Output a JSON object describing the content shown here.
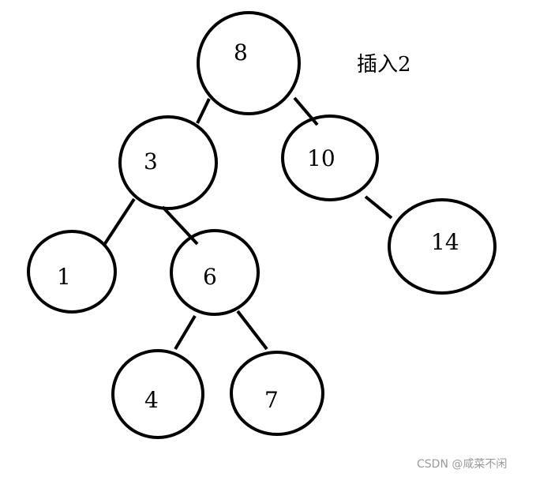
{
  "title": "插入2",
  "watermark": "CSDN @咸菜不闲",
  "nodes": [
    {
      "id": "8",
      "label": "8"
    },
    {
      "id": "3",
      "label": "3"
    },
    {
      "id": "10",
      "label": "10"
    },
    {
      "id": "1",
      "label": "1"
    },
    {
      "id": "6",
      "label": "6"
    },
    {
      "id": "14",
      "label": "14"
    },
    {
      "id": "4",
      "label": "4"
    },
    {
      "id": "7",
      "label": "7"
    }
  ],
  "edges": [
    {
      "from": "8",
      "to": "3"
    },
    {
      "from": "8",
      "to": "10"
    },
    {
      "from": "3",
      "to": "1"
    },
    {
      "from": "3",
      "to": "6"
    },
    {
      "from": "10",
      "to": "14"
    },
    {
      "from": "6",
      "to": "4"
    },
    {
      "from": "6",
      "to": "7"
    }
  ],
  "colors": {
    "stroke": "#000000",
    "background": "#ffffff",
    "watermark": "#9a9a9a"
  }
}
